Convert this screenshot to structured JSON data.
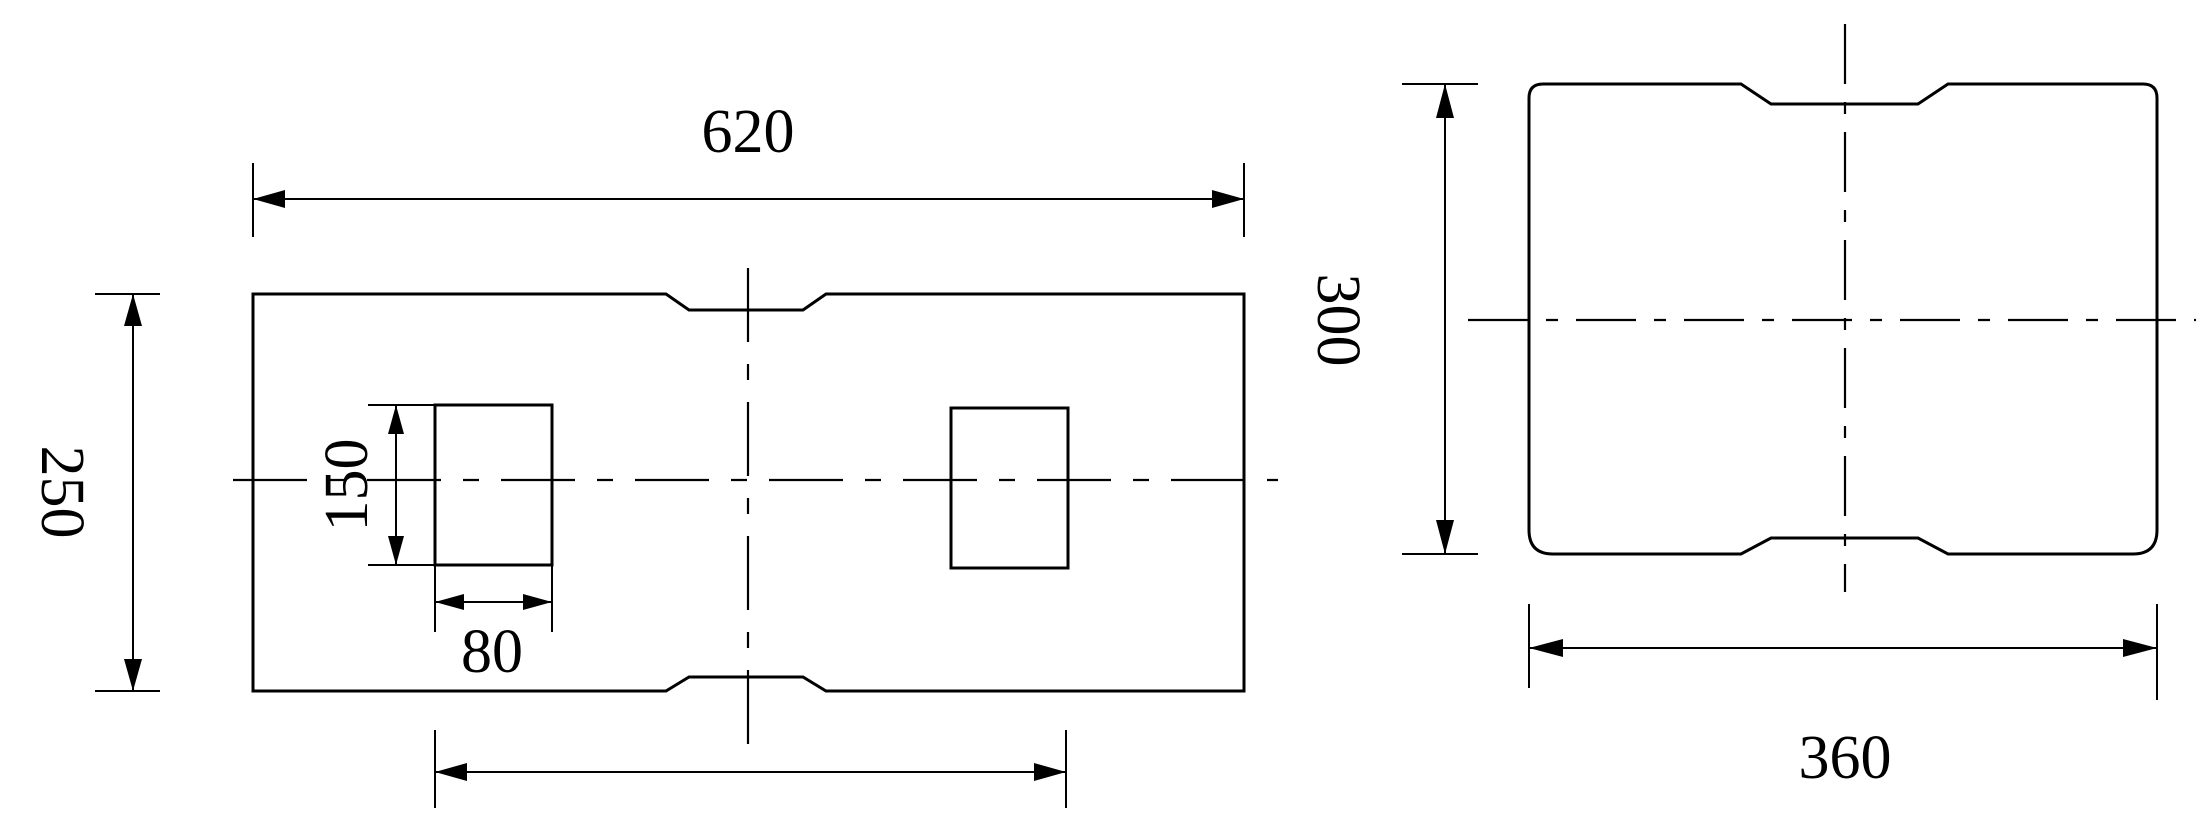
{
  "front_view": {
    "overall_length": "620",
    "overall_width": "250",
    "hole_height": "150",
    "hole_width": "80"
  },
  "side_view": {
    "height": "300",
    "width": "360"
  }
}
